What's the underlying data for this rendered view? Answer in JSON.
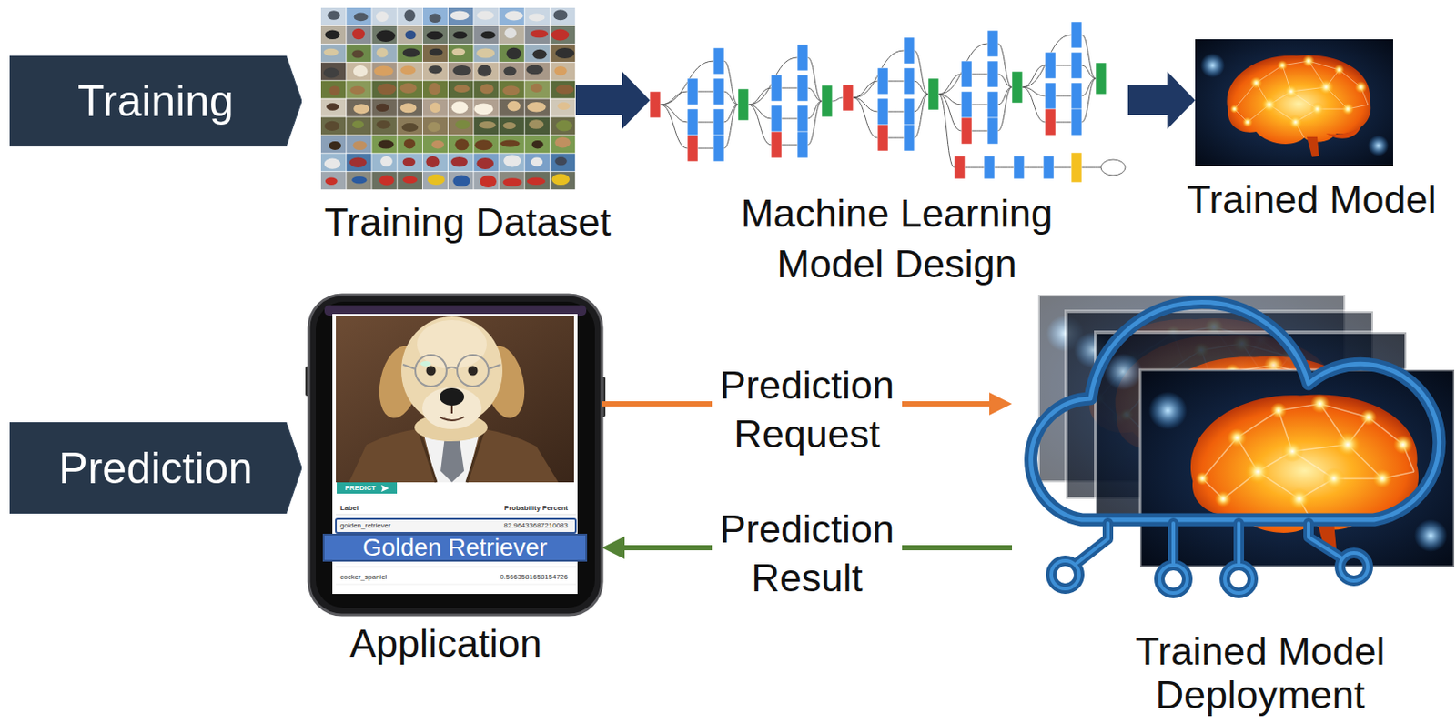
{
  "diagram": {
    "nodes": [
      {
        "text": [
          "Training"
        ]
      },
      {
        "text": [
          "Training Dataset"
        ]
      },
      {
        "text": [
          "Machine Learning Model Design"
        ]
      },
      {
        "text": [
          "Trained Model"
        ]
      },
      {
        "text": [
          "Prediction"
        ]
      },
      {
        "text": [
          "Application"
        ]
      },
      {
        "text": [
          "PREDICT"
        ],
        "in": 5
      },
      {
        "text": [
          "Golden Retriever"
        ],
        "in": 5
      },
      {
        "text": [
          "Trained Model Deployment"
        ]
      }
    ],
    "edges": [
      {
        "from": 1,
        "to": 2,
        "arrow": "to"
      },
      {
        "from": 2,
        "to": 3,
        "arrow": "to"
      },
      {
        "from": 5,
        "to": 8,
        "label": "Prediction Request",
        "arrow": "to"
      },
      {
        "from": 8,
        "to": 5,
        "label": "Prediction Result",
        "arrow": "to"
      }
    ],
    "labels": [
      "Label",
      "Probability Percent",
      "golden_retriever",
      "82.96433687210083",
      "cocker_spaniel",
      "0.5663581658154726"
    ]
  }
}
